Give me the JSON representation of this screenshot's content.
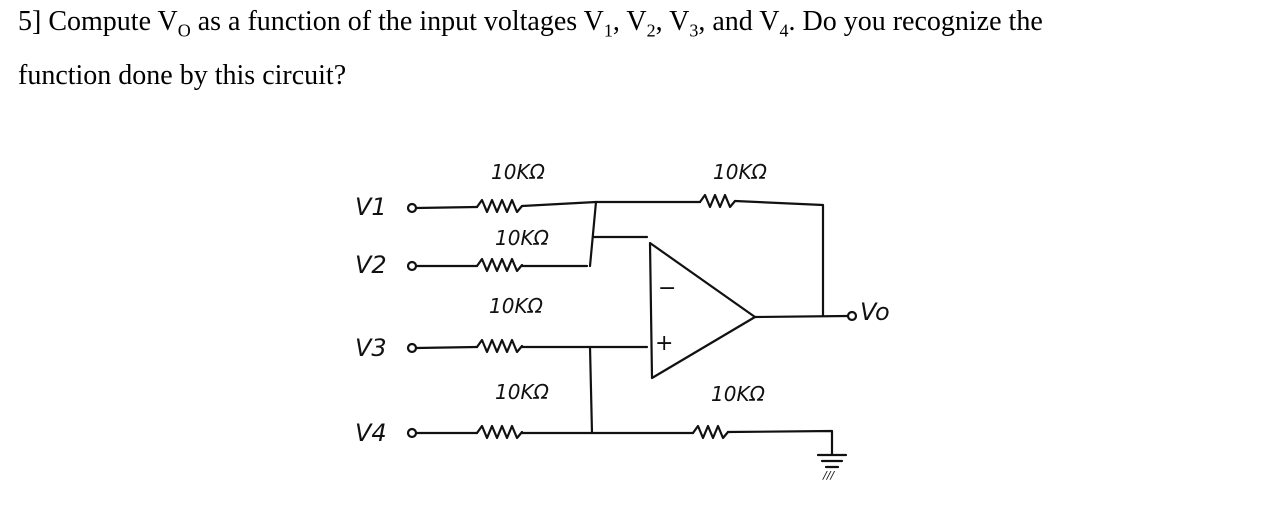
{
  "question": {
    "number": "5]",
    "line1_parts": [
      "Compute V",
      "O",
      " as a function of the input voltages V",
      "1",
      ", V",
      "2",
      ", V",
      "3",
      ", and V",
      "4",
      ". Do you recognize the"
    ],
    "line2": "function done by this circuit?"
  },
  "circuit": {
    "inputs": {
      "v1": "V1",
      "v2": "V2",
      "v3": "V3",
      "v4": "V4"
    },
    "output": "Vo",
    "resistors": {
      "r1": "10KΩ",
      "r2": "10KΩ",
      "r3": "10KΩ",
      "r4": "10KΩ",
      "rf": "10KΩ",
      "rg": "10KΩ"
    },
    "opamp": {
      "minus": "−",
      "plus": "+"
    },
    "ground_label": "///"
  }
}
